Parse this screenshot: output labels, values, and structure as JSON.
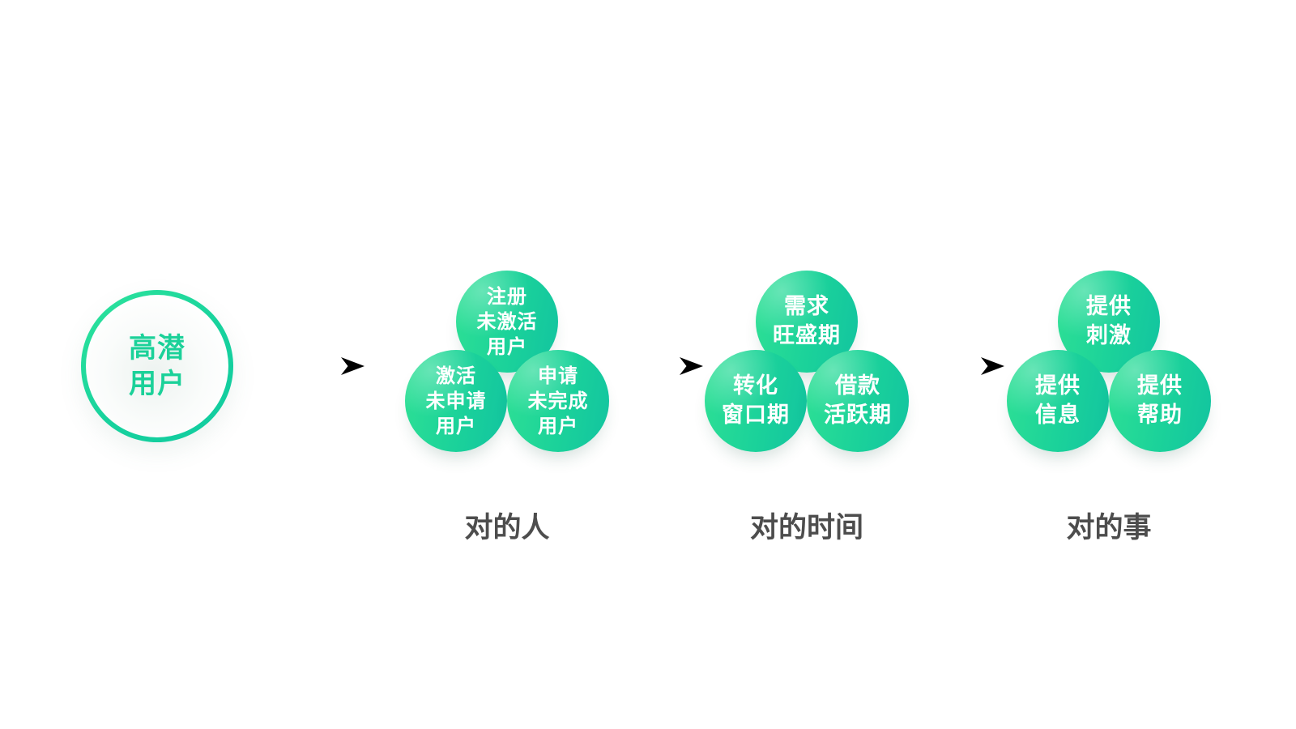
{
  "source": {
    "text": "高潜\n用户"
  },
  "flow_arrow_icon": "right-arrow",
  "stages": [
    {
      "label": "对的人",
      "bubbles": [
        {
          "text": "注册\n未激活\n用户"
        },
        {
          "text": "激活\n未申请\n用户"
        },
        {
          "text": "申请\n未完成\n用户"
        }
      ]
    },
    {
      "label": "对的时间",
      "bubbles": [
        {
          "text": "需求\n旺盛期"
        },
        {
          "text": "转化\n窗口期"
        },
        {
          "text": "借款\n活跃期"
        }
      ]
    },
    {
      "label": "对的事",
      "bubbles": [
        {
          "text": "提供\n刺激"
        },
        {
          "text": "提供\n信息"
        },
        {
          "text": "提供\n帮助"
        }
      ]
    }
  ],
  "colors": {
    "background": "#ffffff",
    "bubble_gradient_start": "#2ee095",
    "bubble_gradient_end": "#12c4a0",
    "ring_gradient_start": "#2ee49c",
    "ring_gradient_end": "#10cba0",
    "source_text": "#1bd199",
    "bubble_text": "#ffffff",
    "stage_label_text": "#4d4d4d",
    "arrow": "#000000"
  }
}
